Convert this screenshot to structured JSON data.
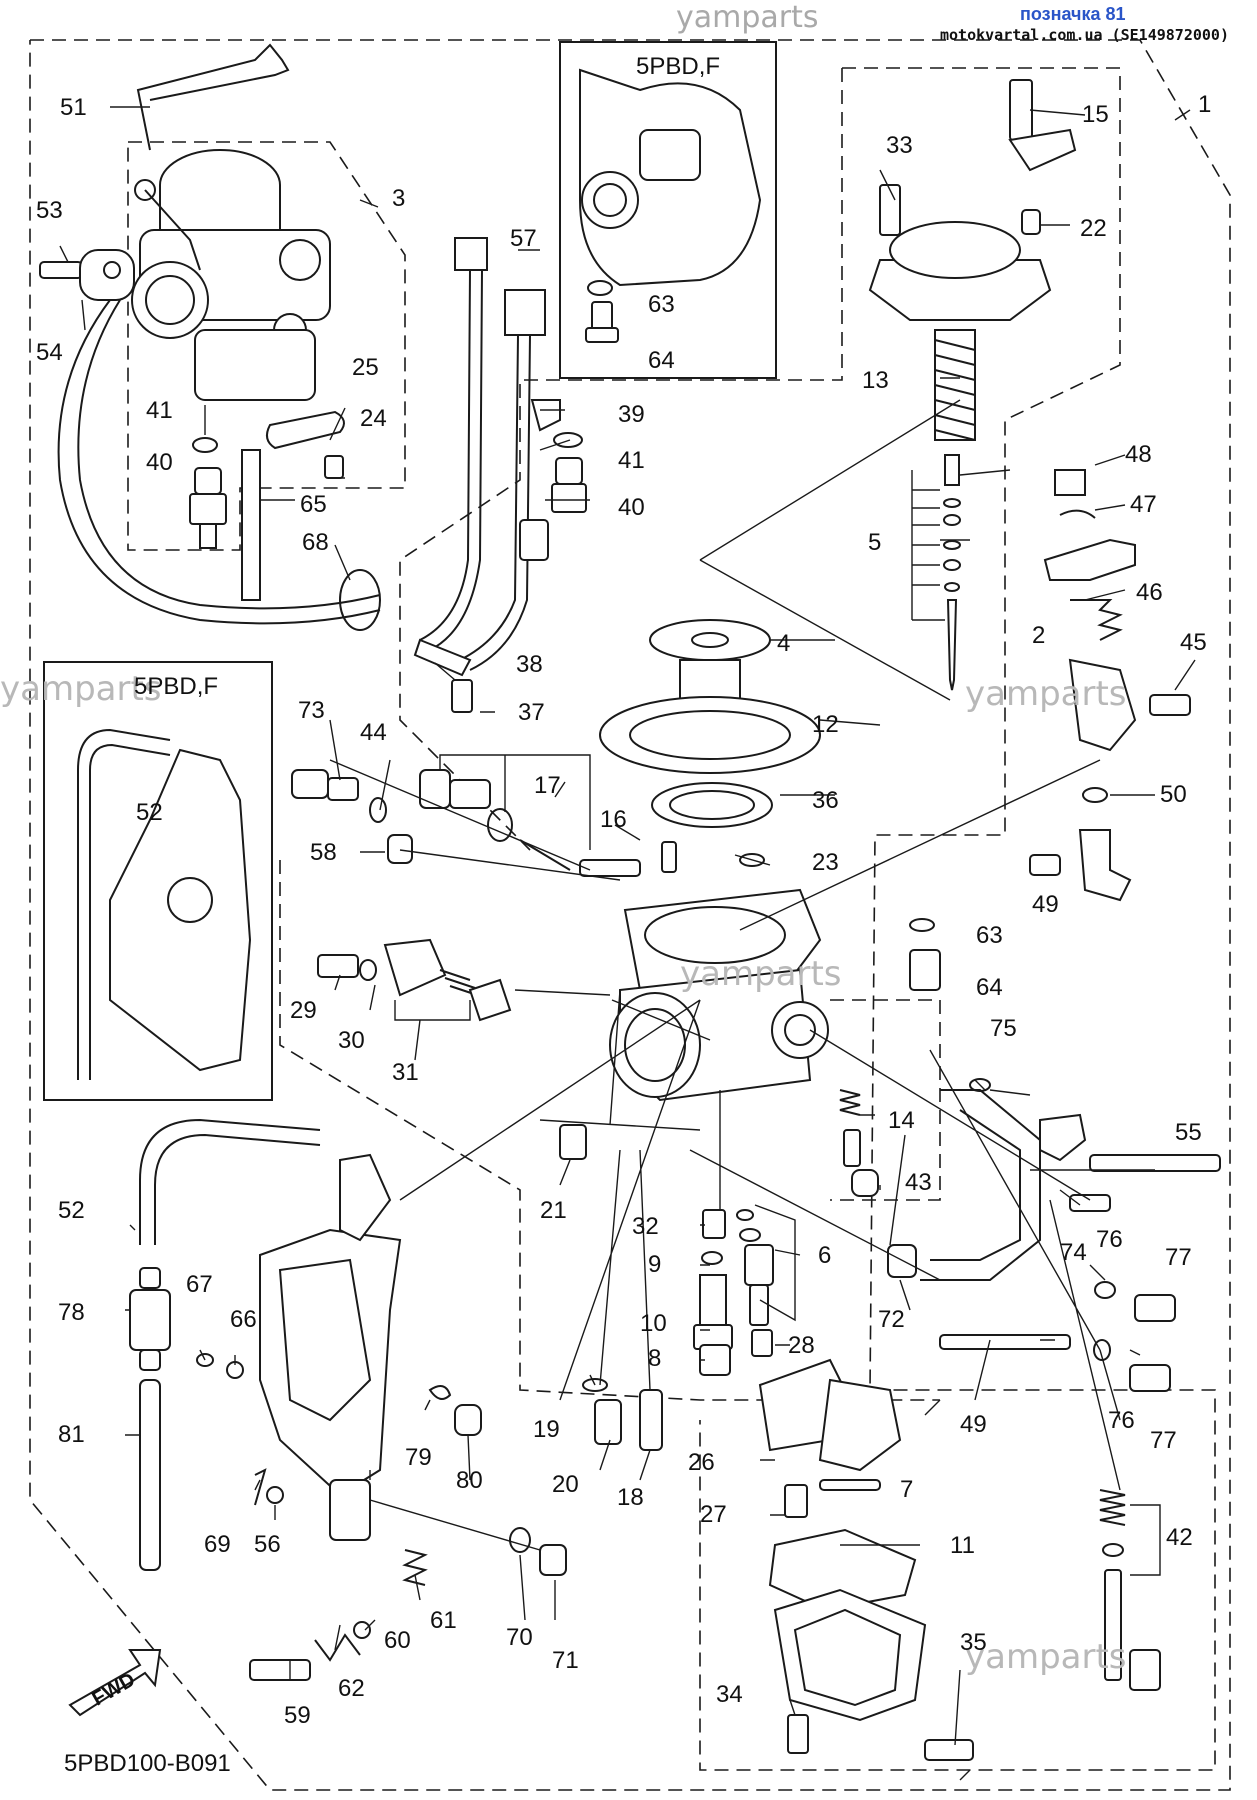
{
  "header": {
    "watermark_top": "yamparts",
    "title_blue": "позначка 81",
    "source": "motokvartal.com.ua (SE149872000)"
  },
  "watermarks": [
    "yamparts",
    "yamparts",
    "yamparts",
    "yamparts"
  ],
  "insets": {
    "top": "5PBD,F",
    "left": "5PBD,F"
  },
  "diagram_code": "5PBD100-B091",
  "fwd_label": "FWD",
  "callouts": [
    "1",
    "2",
    "3",
    "4",
    "5",
    "6",
    "7",
    "8",
    "9",
    "10",
    "11",
    "12",
    "13",
    "14",
    "15",
    "16",
    "17",
    "18",
    "19",
    "20",
    "21",
    "22",
    "23",
    "24",
    "25",
    "26",
    "27",
    "28",
    "29",
    "30",
    "31",
    "32",
    "33",
    "34",
    "35",
    "36",
    "37",
    "38",
    "39",
    "40",
    "40",
    "41",
    "41",
    "42",
    "43",
    "44",
    "45",
    "46",
    "47",
    "48",
    "49",
    "49",
    "50",
    "51",
    "52",
    "52",
    "53",
    "54",
    "55",
    "56",
    "57",
    "58",
    "59",
    "60",
    "61",
    "62",
    "63",
    "63",
    "64",
    "64",
    "65",
    "66",
    "67",
    "68",
    "69",
    "70",
    "71",
    "72",
    "73",
    "74",
    "75",
    "76",
    "76",
    "77",
    "77",
    "78",
    "79",
    "80",
    "81"
  ]
}
